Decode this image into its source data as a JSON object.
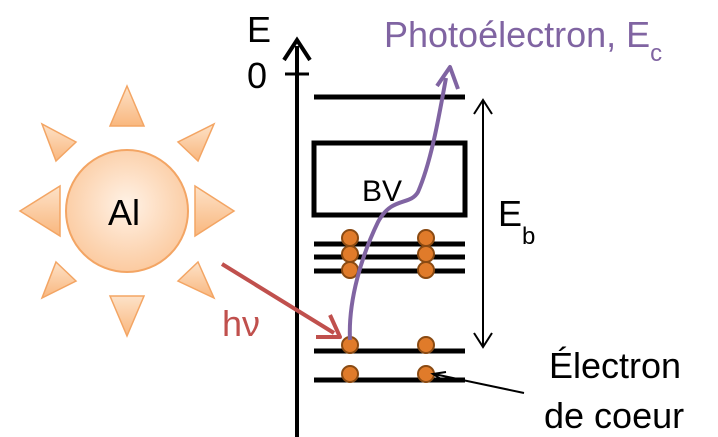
{
  "labels": {
    "energy_axis": "E",
    "zero": "0",
    "photoelectron": "Photoélectron, E",
    "photoelectron_sub": "c",
    "valence_band": "BV",
    "binding_energy": "E",
    "binding_energy_sub": "b",
    "source": "Al",
    "photon": "hν",
    "core_electron_line1": "Électron",
    "core_electron_line2": "de coeur"
  },
  "colors": {
    "photoelectron": "#8064a2",
    "photon_arrow": "#c0504d",
    "electron_fill": "#e07b2a",
    "electron_stroke": "#8a4a12",
    "sun_fill": "#fbc79a",
    "sun_stroke": "#f3a564"
  }
}
